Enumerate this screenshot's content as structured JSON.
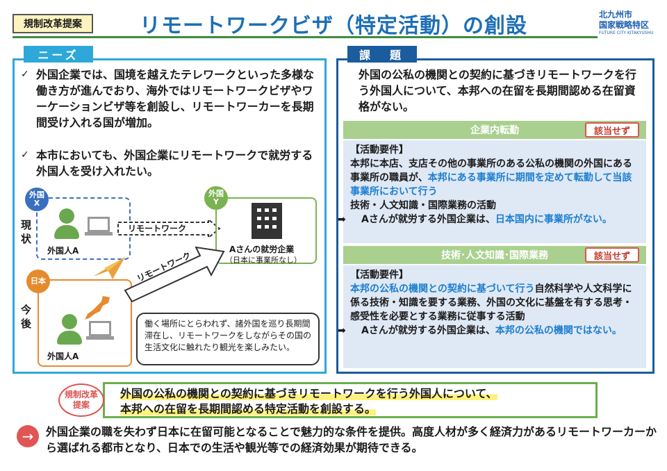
{
  "header": {
    "tag": "規制改革提案",
    "title": "リモートワークビザ（特定活動）の創設",
    "logo_line1": "北九州市",
    "logo_line2": "国家戦略特区",
    "logo_line3": "FUTURE CITY KITAKYUSHU"
  },
  "needs": {
    "label": "ニーズ",
    "items": [
      "外国企業では、国境を越えたテレワークといった多様な働き方が進んでおり、海外ではリモートワークビザやワーケーションビザ等を創設し、リモートワーカーを長期間受け入れる国が増加。",
      "本市においても、外国企業にリモートワークで就労する外国人を受け入れたい。"
    ],
    "check_mark": "✓",
    "illustration": {
      "current_label": "現状",
      "future_label": "今後",
      "foreign_x": [
        "外国",
        "X"
      ],
      "foreign_y": [
        "外国",
        "Y"
      ],
      "japan": "日本",
      "person_current": "外国人A",
      "person_future": "外国人A",
      "company_name": "Aさんの就労企業",
      "company_note": "（日本に事業所なし）",
      "arrow_current": "リモートワーク",
      "arrow_future": "リモートワーク",
      "speech": "働く場所にとらわれず、諸外国を巡り長期間滞在し、リモートワークをしながらその国の生活文化に触れたり観光を楽しみたい。"
    }
  },
  "issue": {
    "label": "課　題",
    "text": "外国の公私の機関との契約に基づきリモートワークを行う外国人について、本邦への在留を長期間認める在留資格がない。",
    "sections": [
      {
        "head": "企業内転勤",
        "badge": "該当せず",
        "req_label": "【活動要件】",
        "req_plain_1": "本邦に本店、支店その他の事業所のある公私の機関の外国にある事業所の職員が、",
        "req_blue": "本邦にある事業所に期間を定めて転勤して当該事業所において行う",
        "req_plain_2": "技術・人文知識・国際業務の活動",
        "result_plain": "Aさんが就労する外国企業は、",
        "result_blue": "日本国内に事業所がない。"
      },
      {
        "head": "技術･人文知識･国際業務",
        "badge": "該当せず",
        "req_label": "【活動要件】",
        "req_blue": "本邦の公私の機関との契約に基づいて行う",
        "req_plain_1": "自然科学や人文科学に係る技術・知識を要する業務、外国の文化に基盤を有する思考・感受性を必要とする業務に従事する活動",
        "result_plain": "Aさんが就労する外国企業は、",
        "result_blue": "本邦の公私の機関ではない。"
      }
    ],
    "arrow_symbol": "➡"
  },
  "proposal": {
    "label_line1": "規制改革",
    "label_line2": "提案",
    "line1": "外国の公私の機関との契約に基づきリモートワークを行う外国人について、",
    "line2": "本邦への在留を長期間認める特定活動を創設する。"
  },
  "result": {
    "icon": "→",
    "text": "外国企業の職を失わず日本に在留可能となることで魅力的な条件を提供。高度人材が多く経済力があるリモートワーカーから選ばれる都市となり、日本での生活や観光等での経済効果が期待できる。"
  },
  "colors": {
    "title_blue": "#1d6fb5",
    "needs_cyan": "#2ea8d8",
    "issue_navy": "#1a5c9e",
    "green": "#6ab04c",
    "red": "#d9534f"
  }
}
